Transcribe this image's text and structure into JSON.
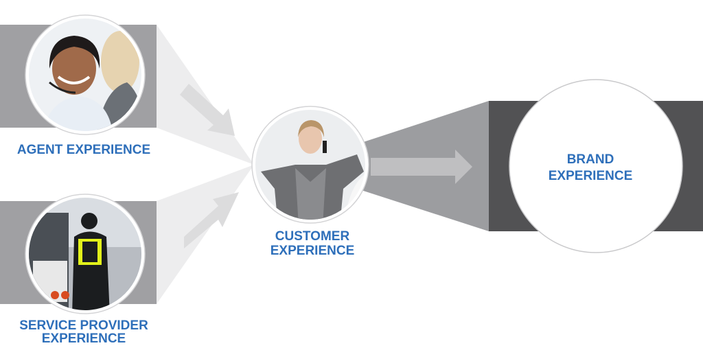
{
  "colors": {
    "label_blue": "#2e6fba",
    "band_gray": "#a0a0a3",
    "funnel_light": "#ededee",
    "funnel_mid": "#9c9da0",
    "band_dark": "#525254"
  },
  "nodes": {
    "agent": {
      "line1": "AGENT EXPERIENCE",
      "photo": "agent-headset-photo"
    },
    "service_provider": {
      "line1": "SERVICE PROVIDER",
      "line2": "EXPERIENCE",
      "photo": "towing-operator-photo"
    },
    "customer": {
      "line1": "CUSTOMER",
      "line2": "EXPERIENCE",
      "photo": "customer-on-phone-photo"
    },
    "brand": {
      "line1": "BRAND",
      "line2": "EXPERIENCE"
    }
  }
}
